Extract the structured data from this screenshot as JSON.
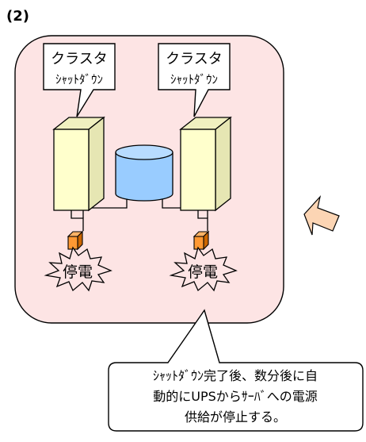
{
  "step_label": "(2)",
  "servers": [
    {
      "callout_line1": "クラスタ",
      "callout_line2": "ｼｬｯﾄﾀﾞｳﾝ",
      "outage_label": "停電"
    },
    {
      "callout_line1": "クラスタ",
      "callout_line2": "ｼｬｯﾄﾀﾞｳﾝ",
      "outage_label": "停電"
    }
  ],
  "note": {
    "line1": "ｼｬｯﾄﾀﾞｳﾝ完了後、数分後に自",
    "line2": "動的にUPSからｻｰﾊﾞへの電源",
    "line3": "供給が停止する。"
  },
  "colors": {
    "panel_fill": "#fde4e4",
    "server_front": "#ffffcc",
    "server_side": "#e6e6b3",
    "server_top": "#f0f0c0",
    "storage_fill": "#99ccff",
    "ups_front": "#ff9933",
    "ups_side": "#cc6600",
    "arrow_fill": "#fcd5b4"
  },
  "icons": {
    "next_arrow": "right-arrow-icon"
  }
}
